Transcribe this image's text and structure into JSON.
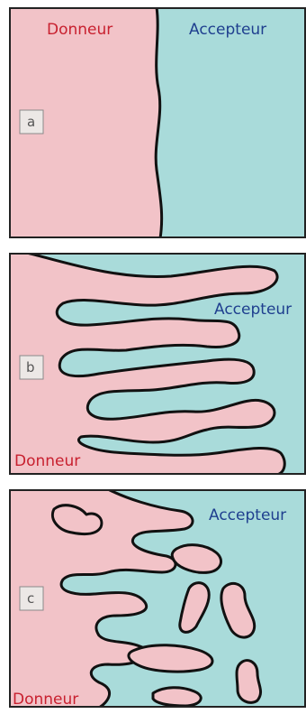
{
  "panels": [
    {
      "letter": "a",
      "donor_label": "Donneur",
      "acceptor_label": "Accepteur"
    },
    {
      "letter": "b",
      "donor_label": "Donneur",
      "acceptor_label": "Accepteur"
    },
    {
      "letter": "c",
      "donor_label": "Donneur",
      "acceptor_label": "Accepteur"
    }
  ],
  "colors": {
    "donor": "#f2c3c8",
    "acceptor": "#a9dbda",
    "donor_text": "#c8202f",
    "acceptor_text": "#1f3f8f"
  }
}
